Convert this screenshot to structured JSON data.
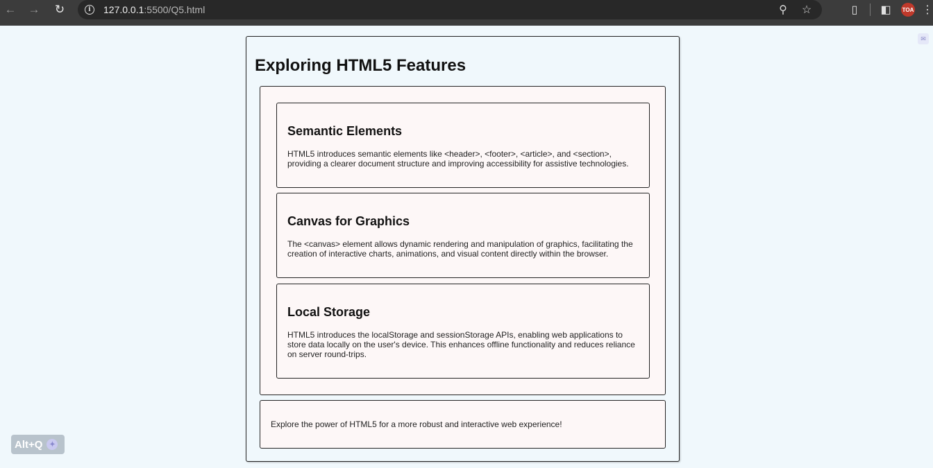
{
  "browser": {
    "url_host": "127.0.0.1",
    "url_path": ":5500/Q5.html",
    "icons": {
      "back": "arrow-left-icon",
      "forward": "arrow-right-icon",
      "reload": "reload-icon",
      "info": "info-icon",
      "zoom": "zoom-icon",
      "bookmark": "star-icon",
      "extensions": "puzzle-icon",
      "sidepanel": "side-panel-icon",
      "menu": "kebab-menu-icon"
    },
    "avatar_text": "TOA"
  },
  "page": {
    "title": "Exploring HTML5 Features",
    "sections": [
      {
        "heading": "Semantic Elements",
        "body": "HTML5 introduces semantic elements like <header>, <footer>, <article>, and <section>, providing a clearer document structure and improving accessibility for assistive technologies."
      },
      {
        "heading": "Canvas for Graphics",
        "body": "The <canvas> element allows dynamic rendering and manipulation of graphics, facilitating the creation of interactive charts, animations, and visual content directly within the browser."
      },
      {
        "heading": "Local Storage",
        "body": "HTML5 introduces the localStorage and sessionStorage APIs, enabling web applications to store data locally on the user's device. This enhances offline functionality and reduces reliance on server round-trips."
      }
    ],
    "footer": "Explore the power of HTML5 for a more robust and interactive web experience!"
  },
  "overlay": {
    "shortcut_label": "Alt+Q"
  },
  "colors": {
    "chrome_bg": "#3c3c3c",
    "omnibox_bg": "#282828",
    "page_bg": "#f0f8fc",
    "card_bg": "#fdf7f7",
    "border": "#222222"
  }
}
